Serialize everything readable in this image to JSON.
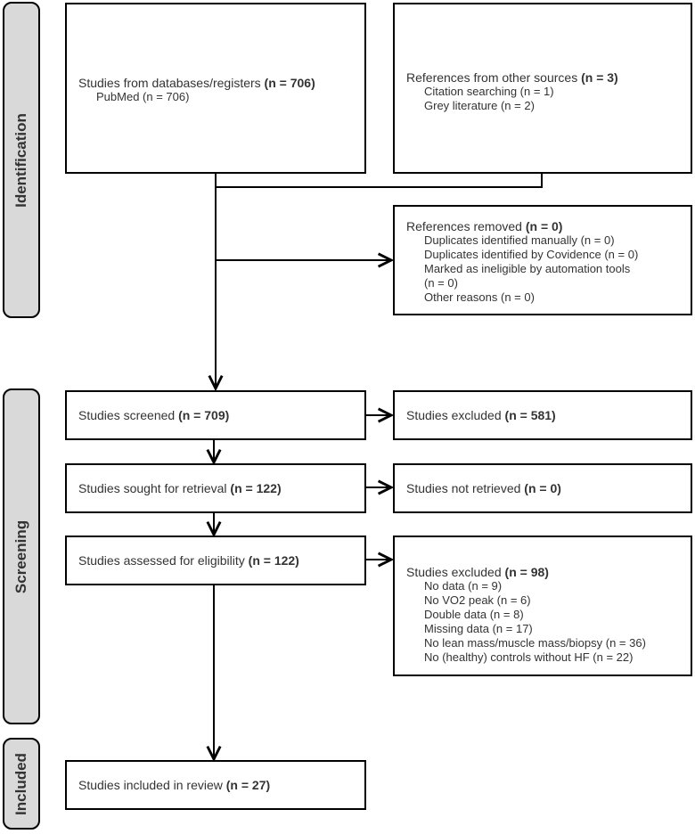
{
  "phases": {
    "identification": "Identification",
    "screening": "Screening",
    "included": "Included"
  },
  "boxes": {
    "databases": {
      "label": "Studies from databases/registers",
      "count": "(n = 706)",
      "items": [
        "PubMed (n = 706)"
      ]
    },
    "other_sources": {
      "label": "References from other sources",
      "count": "(n = 3)",
      "items": [
        "Citation searching (n = 1)",
        "Grey literature (n = 2)"
      ]
    },
    "removed": {
      "label": "References removed",
      "count": "(n = 0)",
      "items": [
        "Duplicates identified manually (n = 0)",
        "Duplicates identified by Covidence (n = 0)",
        "Marked as ineligible by automation tools",
        "(n = 0)",
        "Other reasons (n = 0)"
      ]
    },
    "screened": {
      "label": "Studies screened",
      "count": "(n = 709)"
    },
    "excluded_screen": {
      "label": "Studies excluded",
      "count": "(n = 581)"
    },
    "sought": {
      "label": "Studies sought for retrieval",
      "count": "(n = 122)"
    },
    "not_retrieved": {
      "label": "Studies not retrieved",
      "count": "(n = 0)"
    },
    "assessed": {
      "label": "Studies assessed for eligibility",
      "count": "(n = 122)"
    },
    "excluded_full": {
      "label": "Studies excluded",
      "count": "(n = 98)",
      "items": [
        "No data (n = 9)",
        "No VO2 peak (n = 6)",
        "Double data (n = 8)",
        "Missing data (n = 17)",
        "No lean mass/muscle mass/biopsy (n = 36)",
        "No (healthy) controls without HF (n = 22)"
      ]
    },
    "included": {
      "label": "Studies included in review",
      "count": "(n = 27)"
    }
  }
}
